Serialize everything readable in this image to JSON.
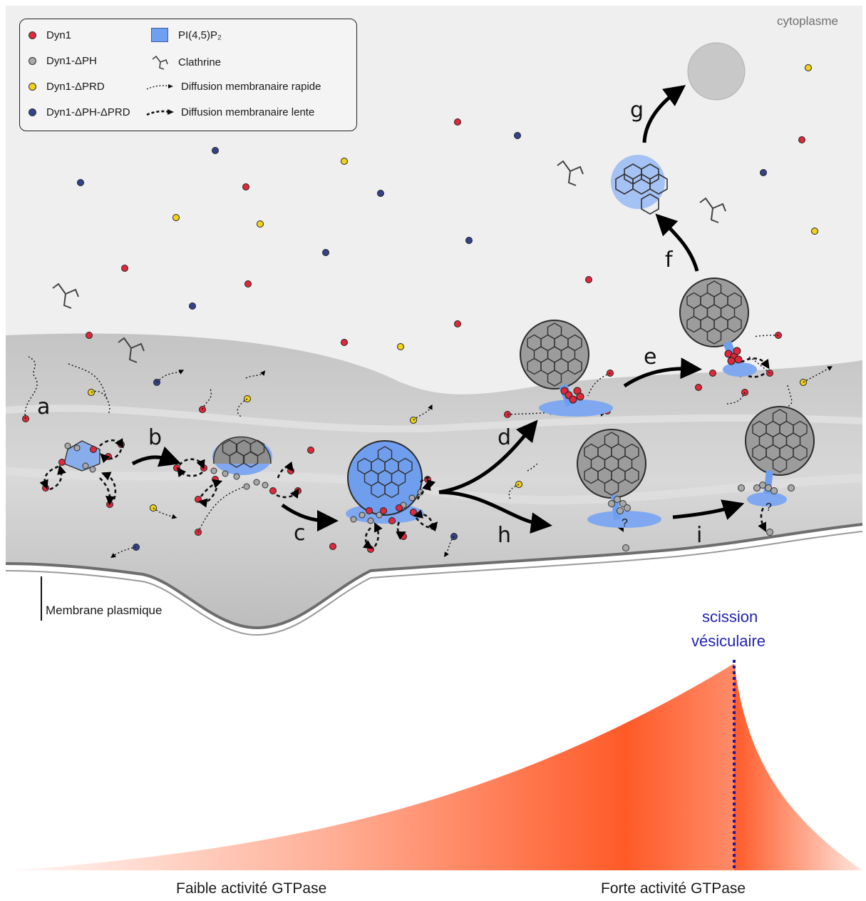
{
  "colors": {
    "dyn1": "#e0283a",
    "dyn1_dph": "#a9a9a9",
    "dyn1_dprd": "#f2d21b",
    "dyn1_dph_dprd": "#34428a",
    "pip2": "#6fa0f0",
    "gradient": "#ff5a28"
  },
  "legend": {
    "dyn1": "Dyn1",
    "dyn1_dph": "Dyn1-ΔPH",
    "dyn1_dprd": "Dyn1-ΔPRD",
    "dyn1_dph_dprd": "Dyn1-ΔPH-ΔPRD",
    "pip2": "PI(4,5)P₂",
    "clathrin": "Clathrine",
    "fast_diffusion": "Diffusion membranaire rapide",
    "slow_diffusion": "Diffusion membranaire lente"
  },
  "region_labels": {
    "cytoplasm": "cytoplasme",
    "membrane": "Membrane plasmique"
  },
  "steps": [
    "a",
    "b",
    "c",
    "d",
    "e",
    "f",
    "g",
    "h",
    "i"
  ],
  "question_mark": "?",
  "gtpase": {
    "scission_line1": "scission",
    "scission_line2": "vésiculaire",
    "low": "Faible activité GTPase",
    "high": "Forte activité GTPase"
  }
}
